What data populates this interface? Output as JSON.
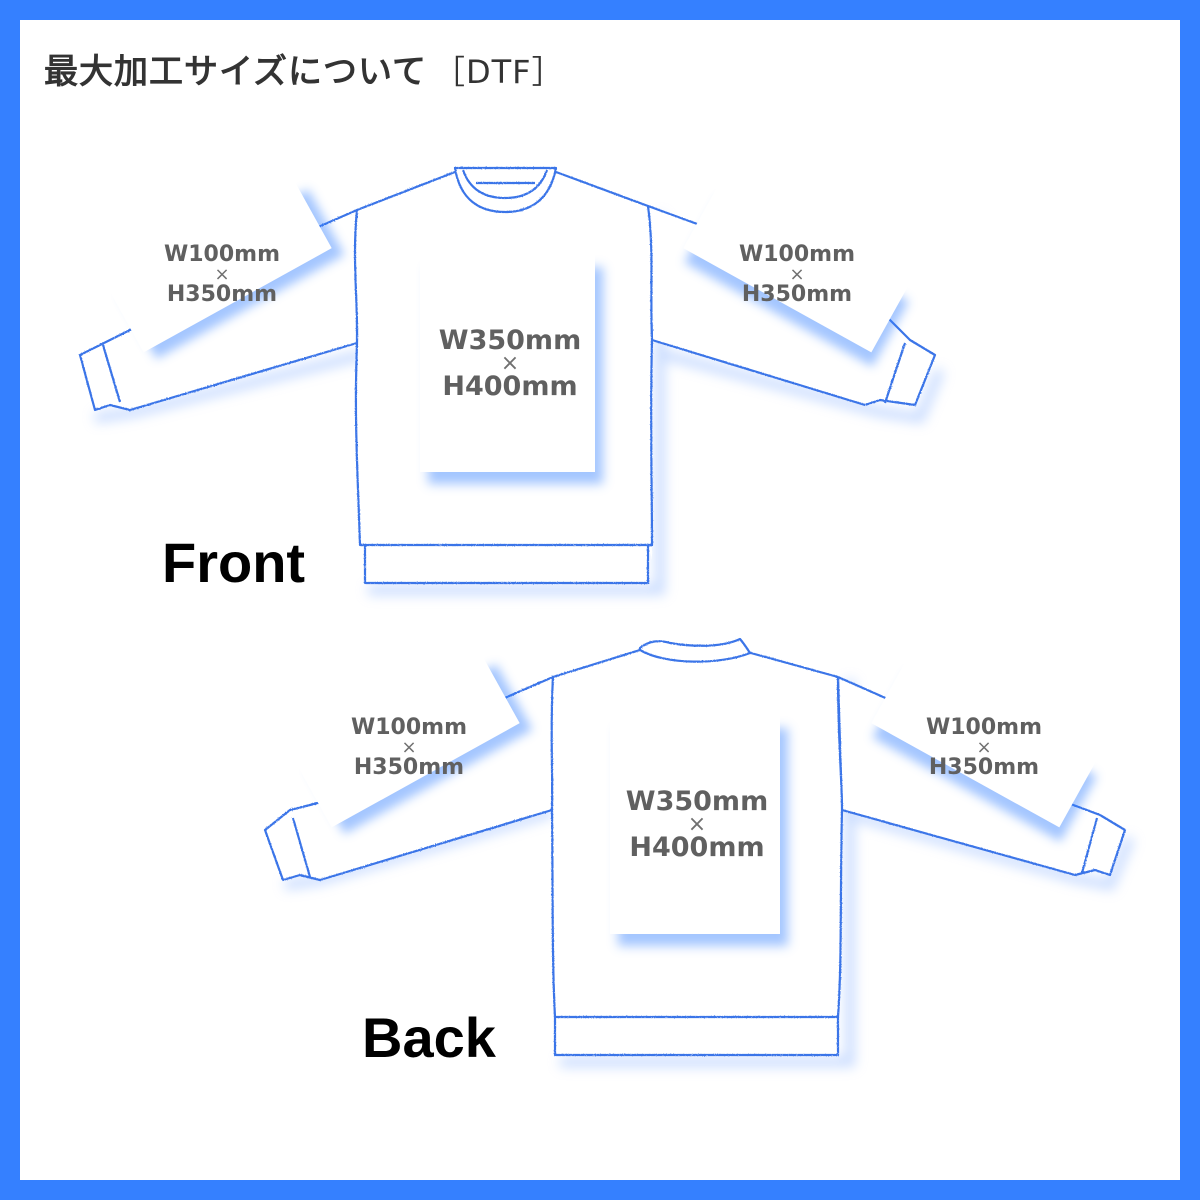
{
  "title": {
    "main": "最大加工サイズについて",
    "tag": "［DTF］"
  },
  "colors": {
    "border": "#3580FF",
    "outline": "#3A74E8",
    "shadow": "#9EC0FF",
    "dim_text": "#606060",
    "view_label": "#000000"
  },
  "front": {
    "label": "Front",
    "body_print": {
      "width": "W350mm",
      "times": "×",
      "height": "H400mm"
    },
    "left_sleeve_print": {
      "width": "W100mm",
      "times": "×",
      "height": "H350mm"
    },
    "right_sleeve_print": {
      "width": "W100mm",
      "times": "×",
      "height": "H350mm"
    }
  },
  "back": {
    "label": "Back",
    "body_print": {
      "width": "W350mm",
      "times": "×",
      "height": "H400mm"
    },
    "left_sleeve_print": {
      "width": "W100mm",
      "times": "×",
      "height": "H350mm"
    },
    "right_sleeve_print": {
      "width": "W100mm",
      "times": "×",
      "height": "H350mm"
    }
  }
}
